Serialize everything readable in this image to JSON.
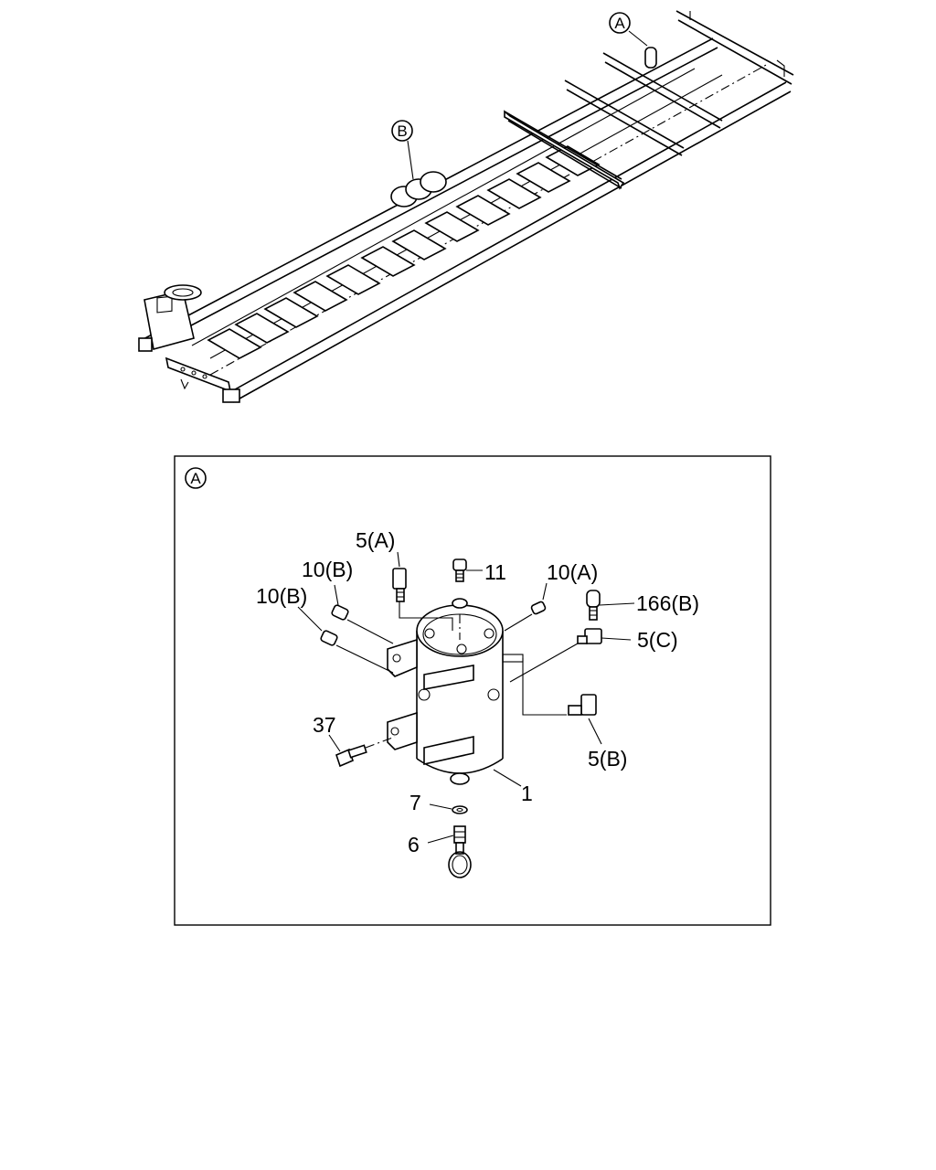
{
  "overview": {
    "callout_a": "A",
    "callout_b": "B"
  },
  "detail": {
    "callout": "A",
    "parts": {
      "p5a": "5(A)",
      "p11": "11",
      "p10a": "10(A)",
      "p10b_upper": "10(B)",
      "p10b_lower": "10(B)",
      "p166b": "166(B)",
      "p5c": "5(C)",
      "p37": "37",
      "p5b": "5(B)",
      "p1": "1",
      "p7": "7",
      "p6": "6"
    }
  },
  "colors": {
    "ink": "#000000",
    "paper": "#ffffff"
  }
}
